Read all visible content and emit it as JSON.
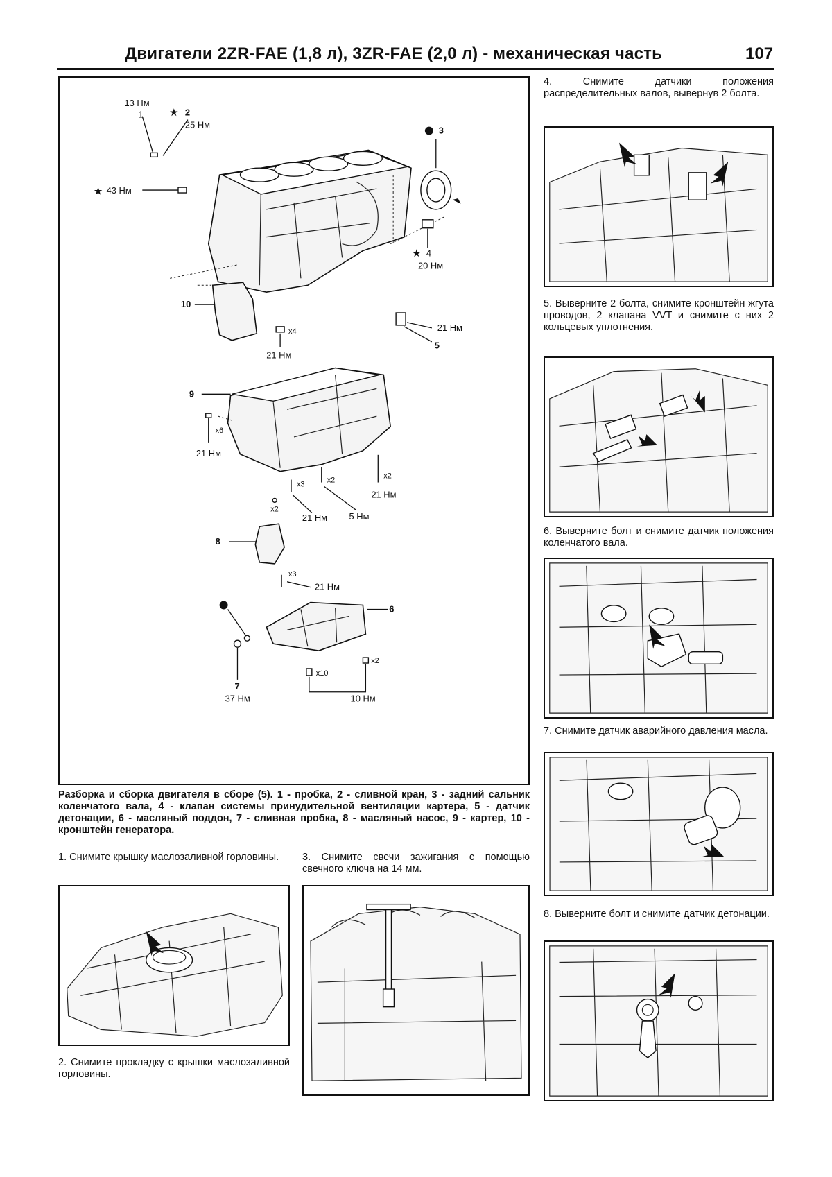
{
  "header": {
    "title": "Двигатели 2ZR-FAE (1,8 л), 3ZR-FAE (2,0 л) - механическая часть",
    "page_number": "107"
  },
  "diagram": {
    "labels": {
      "p1": "1",
      "t1": "13 Нм",
      "p2": "2",
      "t2": "25 Нм",
      "t_left": "43 Нм",
      "p3": "3",
      "p4": "4",
      "t4": "20 Нм",
      "p10": "10",
      "q10": "x4",
      "t10": "21 Нм",
      "p5": "5",
      "t5": "21 Нм",
      "p9": "9",
      "q9": "x6",
      "t9": "21 Нм",
      "q_a": "x3",
      "q_b": "x2",
      "q_c": "x2",
      "q_d": "x2",
      "t_c": "21 Нм",
      "t_a": "21 Нм",
      "t_b": "5 Нм",
      "p8": "8",
      "q8": "x3",
      "t8": "21 Нм",
      "p6": "6",
      "p7": "7",
      "t7": "37 Нм",
      "q_e": "x10",
      "q_f": "x2",
      "t_e": "10 Нм"
    },
    "caption": "Разборка и сборка двигателя в сборе (5). 1 - пробка, 2 - сливной кран, 3 - задний сальник коленчатого вала, 4 - клапан системы принудительной вентиляции картера, 5 - датчик детонации, 6 - масляный поддон, 7 - сливная пробка, 8 - масляный насос, 9 - картер, 10 - кронштейн генератора."
  },
  "steps": {
    "s1": "1. Снимите крышку маслозаливной горловины.",
    "s2": "2. Снимите прокладку с крышки маслозаливной горловины.",
    "s3": "3. Снимите свечи зажигания с помощью свечного ключа на 14 мм.",
    "s4": "4. Снимите датчики положения распределительных валов, вывернув 2 болта.",
    "s5": "5. Выверните 2 болта, снимите кронштейн жгута проводов, 2 клапана VVT и снимите с них 2 кольцевых уплотнения.",
    "s6": "6. Выверните болт и снимите датчик положения коленчатого вала.",
    "s7": "7. Снимите датчик аварийного давления масла.",
    "s8": "8. Выверните болт и снимите датчик детонации."
  }
}
